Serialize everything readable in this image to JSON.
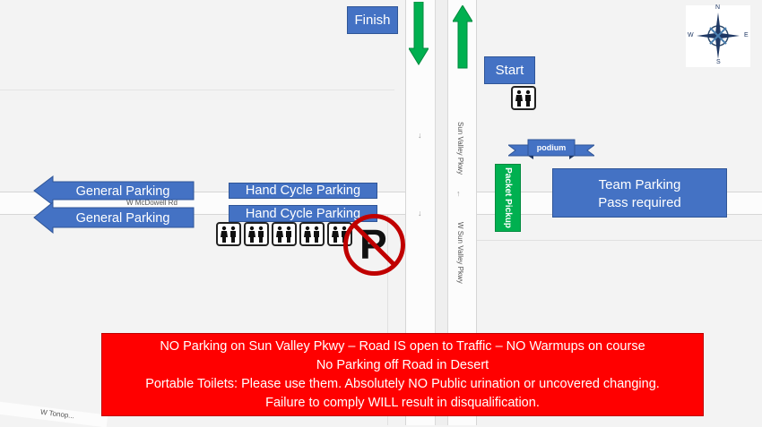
{
  "map": {
    "roads": {
      "sun_valley_pkwy": "Sun Valley Pkwy",
      "w_sun_valley_pkwy": "W Sun Valley Pkwy",
      "w_mcdowell_rd": "W McDowell Rd",
      "w_tonopah": "W Tonop..."
    },
    "labels": {
      "finish": "Finish",
      "start": "Start",
      "podium": "podium",
      "packet_pickup": "Packet Pickup",
      "team_parking_line1": "Team Parking",
      "team_parking_line2": "Pass required",
      "general_parking_1": "General Parking",
      "general_parking_2": "General Parking",
      "hand_cycle_parking_1": "Hand Cycle Parking",
      "hand_cycle_parking_2": "Hand Cycle Parking",
      "no_parking_letter": "P"
    },
    "compass": {
      "n": "N",
      "s": "S",
      "e": "E",
      "w": "W"
    },
    "toilet_groups": 6,
    "notice": {
      "line1": "NO Parking on Sun Valley Pkwy – Road IS open to Traffic – NO Warmups on course",
      "line2": "No Parking off Road in Desert",
      "line3": "Portable Toilets: Please use them. Absolutely NO Public urination or uncovered changing.",
      "line4": "Failure to comply WILL result in disqualification."
    },
    "colors": {
      "blue": "#4472c4",
      "green": "#00b050",
      "red": "#ff0000",
      "navy": "#1f3864"
    }
  }
}
